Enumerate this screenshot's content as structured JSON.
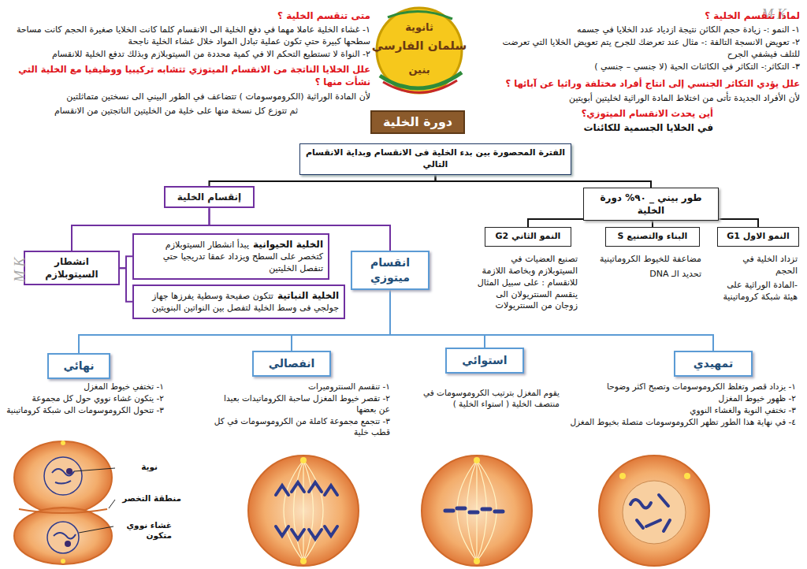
{
  "diagram": {
    "title": "دورة الخلية",
    "nodes": [
      {
        "text": [
          "الفترة المحصورة بين بدء الخلية فى الانقسام وبداية الانقسام التالي"
        ]
      },
      {
        "text": [
          "إنقسام الخلية"
        ]
      },
      {
        "text": [
          "طور بيني _ ٩٠% دورة الخلية"
        ]
      },
      {
        "text": [
          "النمو الثاني G2"
        ]
      },
      {
        "text": [
          "البناء والتصنيع S"
        ]
      },
      {
        "text": [
          "النمو الاول G1"
        ]
      },
      {
        "text": [
          "انشطار السيتوبلازم"
        ]
      },
      {
        "text": [
          "الخلية الحيوانية",
          "يبدأ انشطار السيتوبلازم كتخصر على السطح ويزداد عمقا تدريجيا حتي تنفصل الخليتين"
        ]
      },
      {
        "text": [
          "الخلية النباتية",
          "تتكون صفيحة وسطية يفرزها جهاز جولجي فى وسط الخلية لتفصل بين النواتين البنويتين"
        ]
      },
      {
        "text": [
          "انقسام ميتوزي"
        ]
      },
      {
        "text": [
          "نهائي"
        ]
      },
      {
        "text": [
          "انفصالي"
        ]
      },
      {
        "text": [
          "استوائي"
        ]
      },
      {
        "text": [
          "تمهيدي"
        ]
      }
    ],
    "edges": [
      {
        "from": 0,
        "to": 1,
        "arrow": "none"
      },
      {
        "from": 0,
        "to": 2,
        "arrow": "none"
      },
      {
        "from": 2,
        "to": 3,
        "arrow": "none"
      },
      {
        "from": 2,
        "to": 4,
        "arrow": "none"
      },
      {
        "from": 2,
        "to": 5,
        "arrow": "none"
      },
      {
        "from": 1,
        "to": 6,
        "arrow": "none"
      },
      {
        "from": 1,
        "to": 9,
        "arrow": "none"
      },
      {
        "from": 6,
        "to": 7,
        "arrow": "none"
      },
      {
        "from": 6,
        "to": 8,
        "arrow": "none"
      },
      {
        "from": 9,
        "to": 10,
        "arrow": "none"
      },
      {
        "from": 9,
        "to": 11,
        "arrow": "none"
      },
      {
        "from": 9,
        "to": 12,
        "arrow": "none"
      },
      {
        "from": 9,
        "to": 13,
        "arrow": "none"
      }
    ],
    "labels": [
      "M K",
      "M K",
      "ثانوية",
      "سلمان الفارسي",
      "بنين",
      "لماذا تنقسم الخلية ؟",
      "١- النمو :- زيادة حجم الكائن نتيجة ازدياد عدد الخلايا في جسمه",
      "٢- تعويض الانسجة التالفة :- مثال عند تعرضك للجرح يتم تعويض الخلايا التي تعرضت للتلف فيشفي الجرح",
      "٣- التكاثر:- التكاثر في الكائنات الحية (لا جنسي – جنسي )",
      "متى تنقسم الخلية ؟",
      "١- غشاء الخلية عاملا مهما في دفع الخلية الى الانقسام كلما كانت الخلايا صغيرة الحجم كانت مساحة سطحها كبيرة حتي تكون عملية تبادل المواد خلال غشاء الخلية ناجحة",
      "٢- النواة لا تستطيع التحكم الا في كمية محددة من السيتوبلازم وبذلك تدفع الخلية للانقسام",
      "علل يؤدي التكاثر الجنسي إلى انتاج أفراد مختلفة وراثيا عن آبائها ؟",
      "لأن الأفراد الجديدة تأتى من اختلاط المادة الوراثية لخليتين أبويتين",
      "أين يحدث الانقسام الميتوزي؟",
      "في الخلايا الجسمية للكائنات",
      "علل الخلايا الناتجة من الانقسام الميتوزي تتشابه تركيبيا ووظيفيا مع الخلية التي نشأت منها ؟",
      "لأن المادة الوراثية (الكروموسومات ) تتضاعف في الطور البيني الى نسختين متماثلتين",
      "ثم تتوزع كل نسخة منها على خلية من الخليتين الناتجتين من الانقسام",
      "تزداد الخلية في الحجم",
      "-المادة الوراثية على هيئة شبكة كروماتينية",
      "مضاعفة للخيوط الكروماتينية",
      "تحديد الـ DNA",
      "تصنيع العضيات في السيتوبلازم وبخاصة اللازمة للانقسام : على سبيل المثال ينقسم السنتريولان الى زوجان من السنتريولات",
      "١- يزداد قصر وتغلظ الكروموسومات وتصبح اكثر وضوحا",
      "٢- ظهور خيوط المغزل",
      "٣- تختفي النوية والغشاء النووي",
      "٤- في نهاية هذا الطور تظهر الكروموسومات متصلة بخيوط المغزل",
      "يقوم المغزل بترتيب الكروموسومات في منتصف الخلية ( استواء الخلية )",
      "١- تنقسم السنترومیرات",
      "٢- تقصر خيوط المغزل ساحبة الكروماتيدات بعيدا عن بعضها",
      "٣- تتجمع مجموعة كاملة من الكروموسومات في كل قطب خلية",
      "١- تختفي خيوط المغزل",
      "٢- يتكون غشاء نووي حول كل مجموعة",
      "٣- تتحول الكروموسومات الى شبكة كروماتينية",
      "نوية",
      "منطقة التخصر",
      "غشاء نووي متكون"
    ]
  }
}
